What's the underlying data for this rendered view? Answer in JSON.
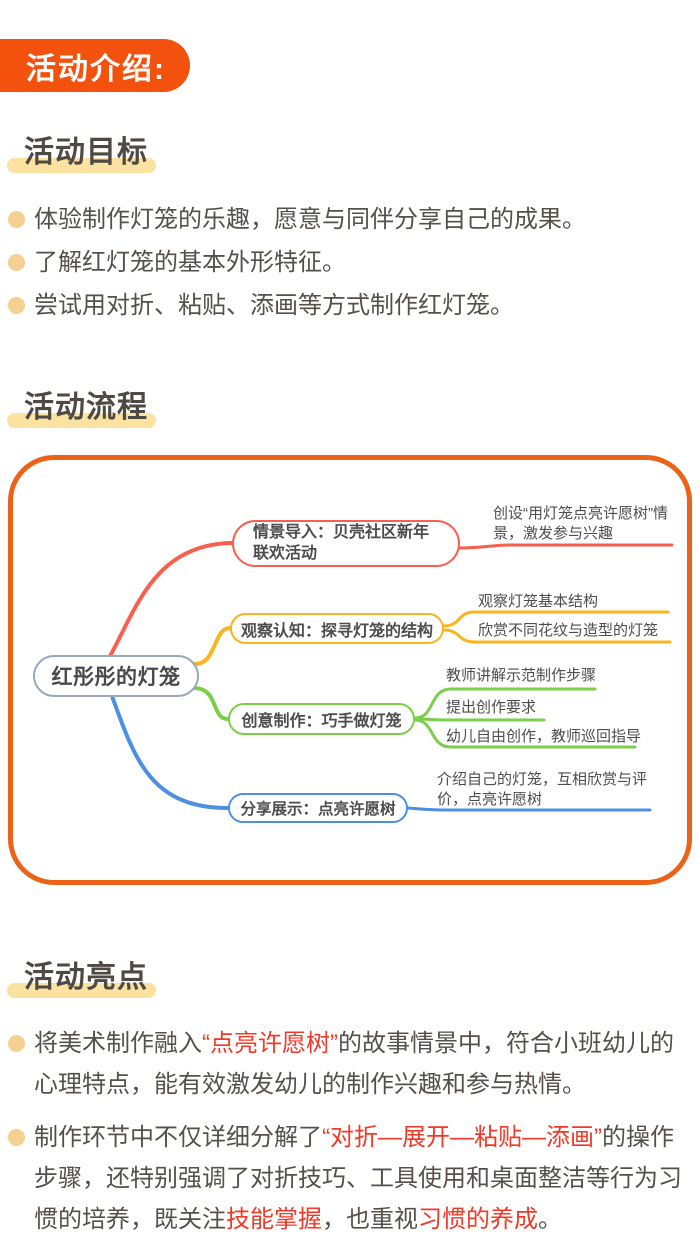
{
  "colors": {
    "accent_orange": "#F2520D",
    "container_border": "#EC6218",
    "heading_highlight": "#FBE2A0",
    "bullet_dot": "#F6CF92",
    "body_text": "#55504A",
    "red_text": "#F03928",
    "branch_red": "#F7604F",
    "branch_yellow": "#FBB41E",
    "branch_green": "#7BCE49",
    "branch_blue": "#4D8FE0",
    "root_node_border": "#97A8BD"
  },
  "header": {
    "badge_label": "活动介绍:"
  },
  "goals": {
    "heading": "活动目标",
    "items": [
      "体验制作灯笼的乐趣，愿意与同伴分享自己的成果。",
      "了解红灯笼的基本外形特征。",
      "尝试用对折、粘贴、添画等方式制作红灯笼。"
    ]
  },
  "flow": {
    "heading": "活动流程",
    "mindmap": {
      "root_label": "红彤彤的灯笼",
      "branches": [
        {
          "label": "情景导入：贝壳社区新年联欢活动",
          "children": [
            "创设“用灯笼点亮许愿树”情景，激发参与兴趣"
          ]
        },
        {
          "label": "观察认知：探寻灯笼的结构",
          "children": [
            "观察灯笼基本结构",
            "欣赏不同花纹与造型的灯笼"
          ]
        },
        {
          "label": "创意制作：巧手做灯笼",
          "children": [
            "教师讲解示范制作步骤",
            "提出创作要求",
            "幼儿自由创作，教师巡回指导"
          ]
        },
        {
          "label": "分享展示：点亮许愿树",
          "children": [
            "介绍自己的灯笼，互相欣赏与评价，点亮许愿树"
          ]
        }
      ]
    }
  },
  "highlights": {
    "heading": "活动亮点",
    "items": [
      {
        "segments": [
          {
            "t": "将美术制作融入"
          },
          {
            "t": "“点亮许愿树”",
            "red": true
          },
          {
            "t": "的故事情景中，符合小班幼儿的心理特点，能有效激发幼儿的制作兴趣和参与热情。"
          }
        ]
      },
      {
        "segments": [
          {
            "t": "制作环节中不仅详细分解了"
          },
          {
            "t": "“对折—展开—粘贴—添画”",
            "red": true
          },
          {
            "t": "的操作步骤，还特别强调了对折技巧、工具使用和桌面整洁等行为习惯的培养，既关注"
          },
          {
            "t": "技能掌握",
            "red": true
          },
          {
            "t": "，也重视"
          },
          {
            "t": "习惯的养成",
            "red": true
          },
          {
            "t": "。"
          }
        ]
      }
    ]
  }
}
